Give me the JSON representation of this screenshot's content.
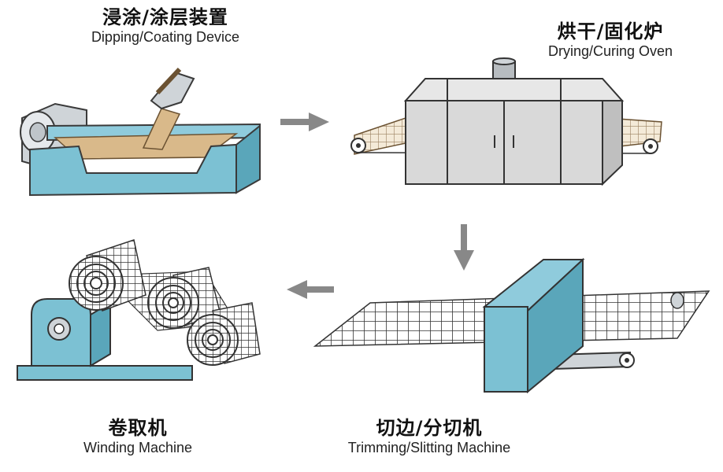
{
  "colors": {
    "machine_blue": "#7cc1d3",
    "machine_stroke": "#3a3a3a",
    "oven_gray": "#d9d9d9",
    "tan": "#d9b98a",
    "arrow_gray": "#888888"
  },
  "steps": [
    {
      "id": "dipping",
      "label_zh": "浸涂/涂层装置",
      "label_en": "Dipping/Coating Device"
    },
    {
      "id": "drying",
      "label_zh": "烘干/固化炉",
      "label_en": "Drying/Curing Oven"
    },
    {
      "id": "trimming",
      "label_zh": "切边/分切机",
      "label_en": "Trimming/Slitting Machine"
    },
    {
      "id": "winding",
      "label_zh": "卷取机",
      "label_en": "Winding Machine"
    }
  ],
  "flow": [
    {
      "from": "dipping",
      "to": "drying",
      "direction": "right"
    },
    {
      "from": "drying",
      "to": "trimming",
      "direction": "down"
    },
    {
      "from": "trimming",
      "to": "winding",
      "direction": "left"
    }
  ]
}
